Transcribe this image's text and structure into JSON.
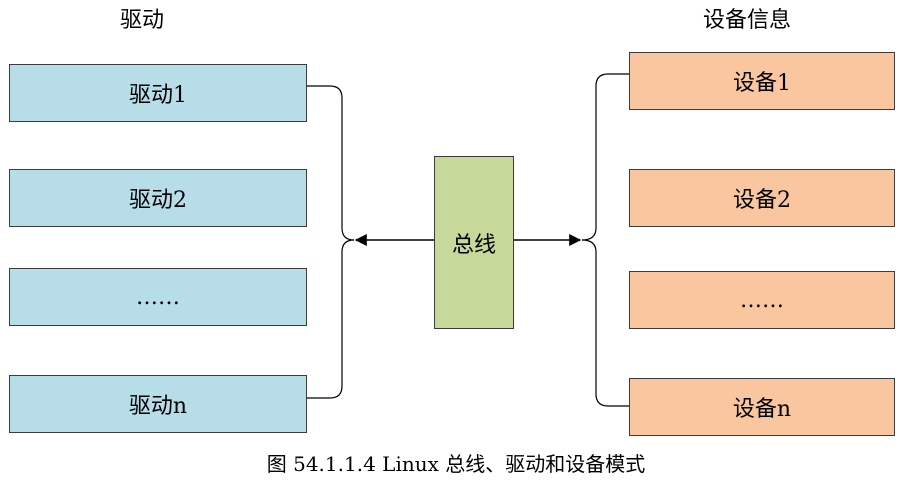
{
  "headings": {
    "drivers": "驱动",
    "devices": "设备信息"
  },
  "drivers": [
    "驱动1",
    "驱动2",
    "……",
    "驱动n"
  ],
  "bus": "总线",
  "devices": [
    "设备1",
    "设备2",
    "……",
    "设备n"
  ],
  "caption": "图 54.1.1.4 Linux 总线、驱动和设备模式",
  "colors": {
    "driver_fill": "#b7dde8",
    "device_fill": "#f9c6a0",
    "bus_fill": "#c6d99a",
    "stroke": "#3c3c3c"
  }
}
